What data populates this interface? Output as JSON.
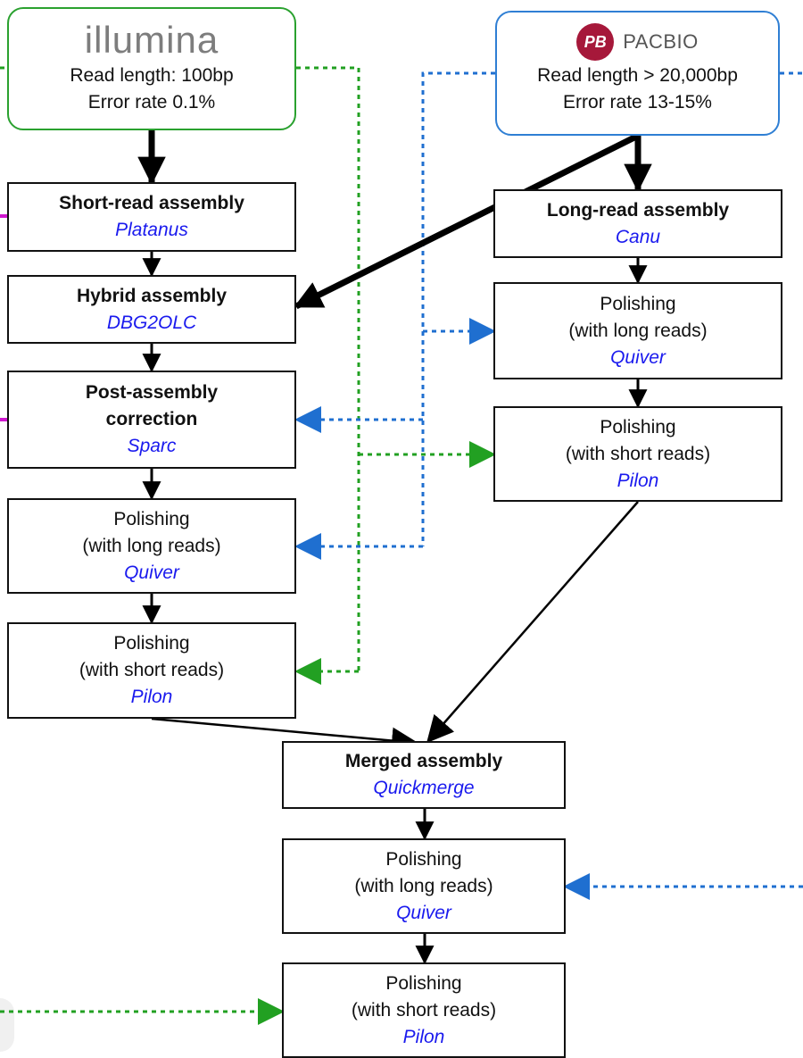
{
  "sources": {
    "illumina": {
      "logo": "illumina",
      "read_length": "Read length: 100bp",
      "error_rate": "Error rate 0.1%"
    },
    "pacbio": {
      "logo_mark": "PB",
      "logo": "PACBIO",
      "read_length": "Read length > 20,000bp",
      "error_rate": "Error rate 13-15%"
    }
  },
  "left_pipeline": [
    {
      "title": "Short-read assembly",
      "tool": "Platanus"
    },
    {
      "title": "Hybrid assembly",
      "tool": "DBG2OLC"
    },
    {
      "title_line1": "Post-assembly",
      "title_line2": "correction",
      "tool": "Sparc"
    },
    {
      "line1": "Polishing",
      "line2": "(with long reads)",
      "tool": "Quiver"
    },
    {
      "line1": "Polishing",
      "line2": "(with short reads)",
      "tool": "Pilon"
    }
  ],
  "right_pipeline": [
    {
      "title": "Long-read assembly",
      "tool": "Canu"
    },
    {
      "line1": "Polishing",
      "line2": "(with long reads)",
      "tool": "Quiver"
    },
    {
      "line1": "Polishing",
      "line2": "(with short reads)",
      "tool": "Pilon"
    }
  ],
  "merge_pipeline": [
    {
      "title": "Merged assembly",
      "tool": "Quickmerge"
    },
    {
      "line1": "Polishing",
      "line2": "(with long reads)",
      "tool": "Quiver"
    },
    {
      "line1": "Polishing",
      "line2": "(with short reads)",
      "tool": "Pilon"
    }
  ],
  "colors": {
    "illumina_border": "#2aa12f",
    "pacbio_border": "#2f7fd4",
    "short_read_link": "#22a022",
    "long_read_link": "#1f6fd0",
    "tool_text": "#1a1aee",
    "pacbio_brand": "#a6183a"
  }
}
